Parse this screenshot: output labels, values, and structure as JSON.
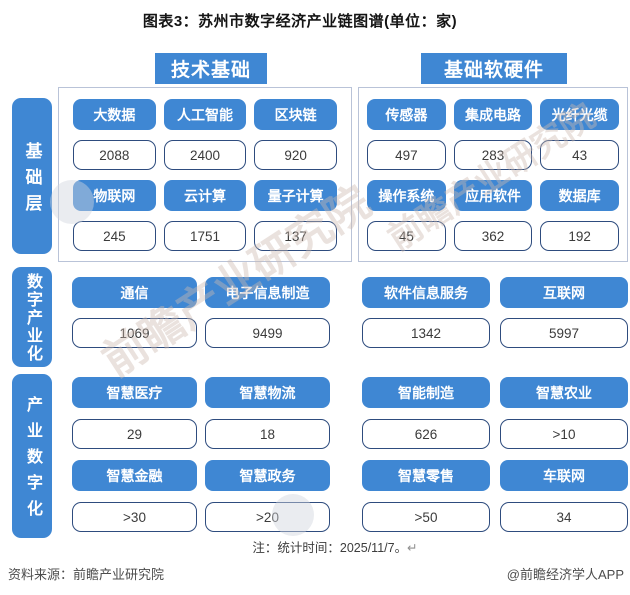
{
  "title": "图表3：苏州市数字经济产业链图谱(单位：家)",
  "section_headers": {
    "left": "技术基础",
    "right": "基础软硬件"
  },
  "layers": [
    {
      "label": "基础层",
      "left": {
        "items": [
          {
            "name": "大数据",
            "value": "2088"
          },
          {
            "name": "人工智能",
            "value": "2400"
          },
          {
            "name": "区块链",
            "value": "920"
          },
          {
            "name": "物联网",
            "value": "245"
          },
          {
            "name": "云计算",
            "value": "1751"
          },
          {
            "name": "量子计算",
            "value": "137"
          }
        ]
      },
      "right": {
        "items": [
          {
            "name": "传感器",
            "value": "497"
          },
          {
            "name": "集成电路",
            "value": "283"
          },
          {
            "name": "光纤光缆",
            "value": "43"
          },
          {
            "name": "操作系统",
            "value": "45"
          },
          {
            "name": "应用软件",
            "value": "362"
          },
          {
            "name": "数据库",
            "value": "192"
          }
        ]
      }
    },
    {
      "label": "数字产业化",
      "left": {
        "items": [
          {
            "name": "通信",
            "value": "1069"
          },
          {
            "name": "电子信息制造",
            "value": "9499"
          }
        ]
      },
      "right": {
        "items": [
          {
            "name": "软件信息服务",
            "value": "1342"
          },
          {
            "name": "互联网",
            "value": "5997"
          }
        ]
      }
    },
    {
      "label": "产业数字化",
      "left": {
        "items": [
          {
            "name": "智慧医疗",
            "value": "29"
          },
          {
            "name": "智慧物流",
            "value": "18"
          },
          {
            "name": "智慧金融",
            "value": ">30"
          },
          {
            "name": "智慧政务",
            "value": ">20"
          }
        ]
      },
      "right": {
        "items": [
          {
            "name": "智能制造",
            "value": "626"
          },
          {
            "name": "智慧农业",
            "value": ">10"
          },
          {
            "name": "智慧零售",
            "value": ">50"
          },
          {
            "name": "车联网",
            "value": "34"
          }
        ]
      }
    }
  ],
  "note": {
    "text": "注：统计时间：2025/11/7。",
    "return_mark": "↵"
  },
  "footer": {
    "source": "资料来源：前瞻产业研究院",
    "brand": "@前瞻经济学人APP"
  },
  "watermark": {
    "text": "前瞻产业研究院"
  },
  "colors": {
    "primary_blue": "#3F87D3",
    "value_box_border": "#2E4C7E",
    "container_border": "#B9C3D8",
    "title_text": "#141414",
    "footer_text": "#4C4C4C"
  }
}
